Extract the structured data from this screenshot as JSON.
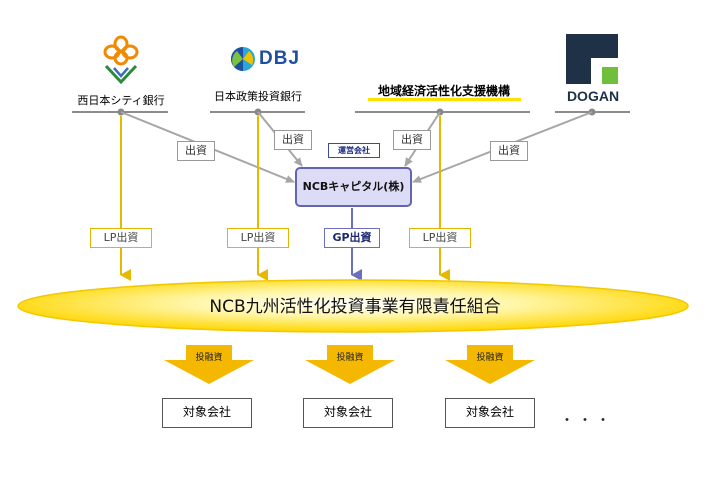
{
  "investors": {
    "nishi_nippon": "西日本シティ銀行",
    "dbj_logo_text": "DBJ",
    "dbj": "日本政策投資銀行",
    "revic": "地域経済活性化支援機構",
    "dogan": "DOGAN"
  },
  "labels": {
    "investment": "出資",
    "lp_investment": "LP出資",
    "gp_investment": "GP出資",
    "management_company": "運営会社",
    "loan_investment": "投融資"
  },
  "gp_name": "NCBキャピタル(株)",
  "fund_name": "NCB九州活性化投資事業有限責任組合",
  "targets": [
    "対象会社",
    "対象会社",
    "対象会社"
  ],
  "ellipsis": "・・・",
  "colors": {
    "gray_arrow": "#a6a6a6",
    "lp_arrow": "#e6b800",
    "gp_arrow": "#6a6fc0",
    "fund_fill": "#ffe100",
    "gp_box": "#dcdcf6"
  }
}
